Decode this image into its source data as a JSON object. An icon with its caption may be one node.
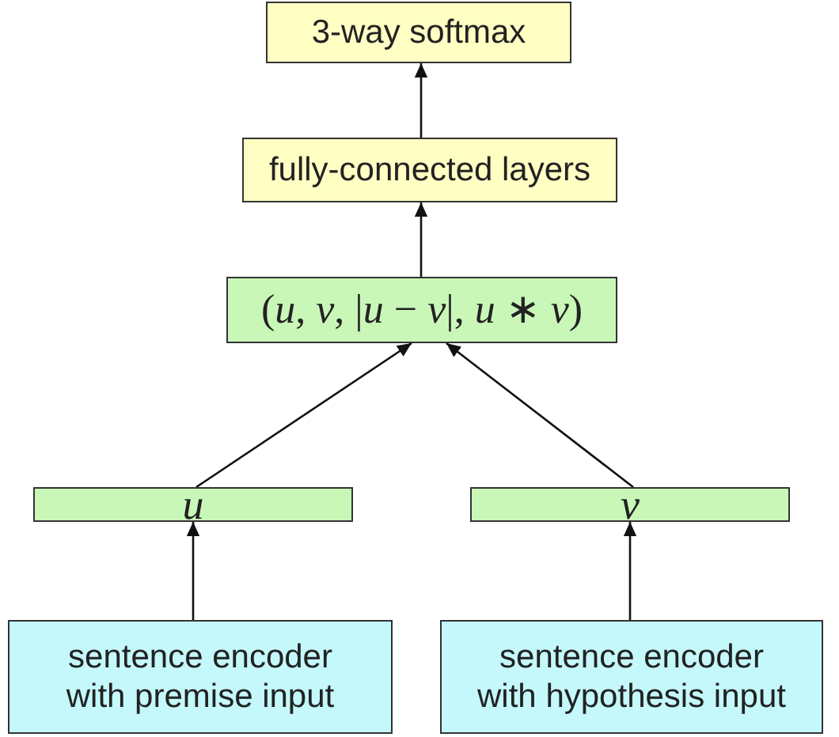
{
  "diagram": {
    "nodes": [
      {
        "text": [
          "3-way softmax"
        ]
      },
      {
        "text": [
          "fully-connected layers"
        ]
      },
      {
        "text": [
          "(*u*, *v*, |*u* − *v*|, *u* ∗ *v*)"
        ]
      },
      {
        "text": [
          "u"
        ]
      },
      {
        "text": [
          "v"
        ]
      },
      {
        "text": [
          "sentence encoder with premise input"
        ]
      },
      {
        "text": [
          "sentence encoder with hypothesis input"
        ]
      }
    ],
    "edges": [
      {
        "from": 1,
        "to": 0,
        "arrow": "to"
      },
      {
        "from": 2,
        "to": 1,
        "arrow": "to"
      },
      {
        "from": 3,
        "to": 2,
        "arrow": "to"
      },
      {
        "from": 4,
        "to": 2,
        "arrow": "to"
      },
      {
        "from": 5,
        "to": 3,
        "arrow": "to"
      },
      {
        "from": 6,
        "to": 4,
        "arrow": "to"
      }
    ]
  }
}
